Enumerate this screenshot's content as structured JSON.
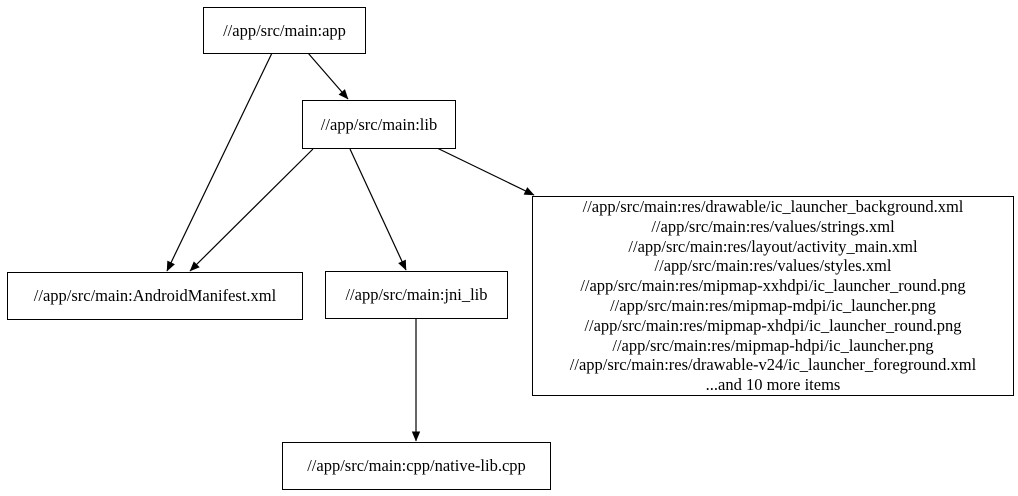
{
  "graph": {
    "background_color": "#ffffff",
    "node_fill_color": "#ffffff",
    "node_border_color": "#000000",
    "edge_color": "#000000",
    "nodes": {
      "app": {
        "label": "//app/src/main:app"
      },
      "lib": {
        "label": "//app/src/main:lib"
      },
      "android_manifest": {
        "label": "//app/src/main:AndroidManifest.xml"
      },
      "jni_lib": {
        "label": "//app/src/main:jni_lib"
      },
      "resources": {
        "lines": [
          "//app/src/main:res/drawable/ic_launcher_background.xml",
          "//app/src/main:res/values/strings.xml",
          "//app/src/main:res/layout/activity_main.xml",
          "//app/src/main:res/values/styles.xml",
          "//app/src/main:res/mipmap-xxhdpi/ic_launcher_round.png",
          "//app/src/main:res/mipmap-mdpi/ic_launcher.png",
          "//app/src/main:res/mipmap-xhdpi/ic_launcher_round.png",
          "//app/src/main:res/mipmap-hdpi/ic_launcher.png",
          "//app/src/main:res/drawable-v24/ic_launcher_foreground.xml",
          "...and 10 more items"
        ]
      },
      "native_lib": {
        "label": "//app/src/main:cpp/native-lib.cpp"
      }
    },
    "edges": [
      {
        "from": "app",
        "to": "lib"
      },
      {
        "from": "app",
        "to": "android_manifest"
      },
      {
        "from": "lib",
        "to": "android_manifest"
      },
      {
        "from": "lib",
        "to": "jni_lib"
      },
      {
        "from": "lib",
        "to": "resources"
      },
      {
        "from": "jni_lib",
        "to": "native_lib"
      }
    ]
  }
}
